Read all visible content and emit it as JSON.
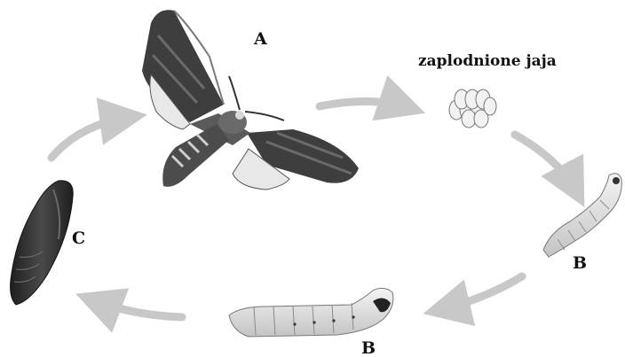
{
  "labels": {
    "adult": "A",
    "eggs": "zaplodnione jaja",
    "larva_small": "B",
    "larva_large": "B",
    "pupa": "C"
  },
  "colors": {
    "arrow": "#c8c8c8",
    "wing_dark": "#3a3a3a",
    "wing_mid": "#6e6e6e",
    "hind_wing": "#e6e6e6",
    "body": "#555555",
    "larva": "#dcdcdc",
    "pupa": "#2e2e2e",
    "egg": "#f2f2f2",
    "text": "#111111"
  },
  "icons": {
    "adult": "hawk-moth-icon",
    "eggs": "egg-cluster-icon",
    "larva_small": "caterpillar-icon",
    "larva_large": "caterpillar-icon",
    "pupa": "chrysalis-icon"
  }
}
